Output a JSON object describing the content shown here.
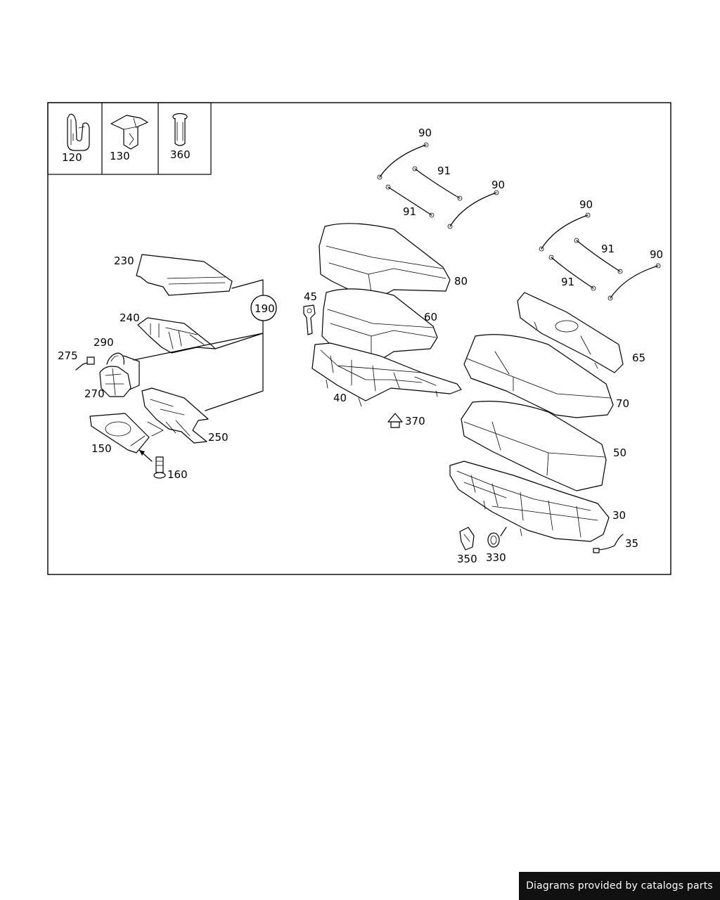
{
  "diagram": {
    "inset_labels": [
      "120",
      "130",
      "360"
    ],
    "callouts": {
      "p230": "230",
      "p240": "240",
      "p190": "190",
      "p290": "290",
      "p275": "275",
      "p270": "270",
      "p250": "250",
      "p150": "150",
      "p160": "160",
      "p45": "45",
      "p40": "40",
      "p370": "370",
      "p80": "80",
      "p60": "60",
      "p90a": "90",
      "p91a": "91",
      "p91b": "91",
      "p90b": "90",
      "p90c": "90",
      "p91c": "91",
      "p91d": "91",
      "p90d": "90",
      "p65": "65",
      "p70": "70",
      "p50": "50",
      "p30": "30",
      "p35": "35",
      "p330": "330",
      "p350": "350"
    }
  },
  "footer": {
    "credit": "Diagrams provided by catalogs parts"
  }
}
